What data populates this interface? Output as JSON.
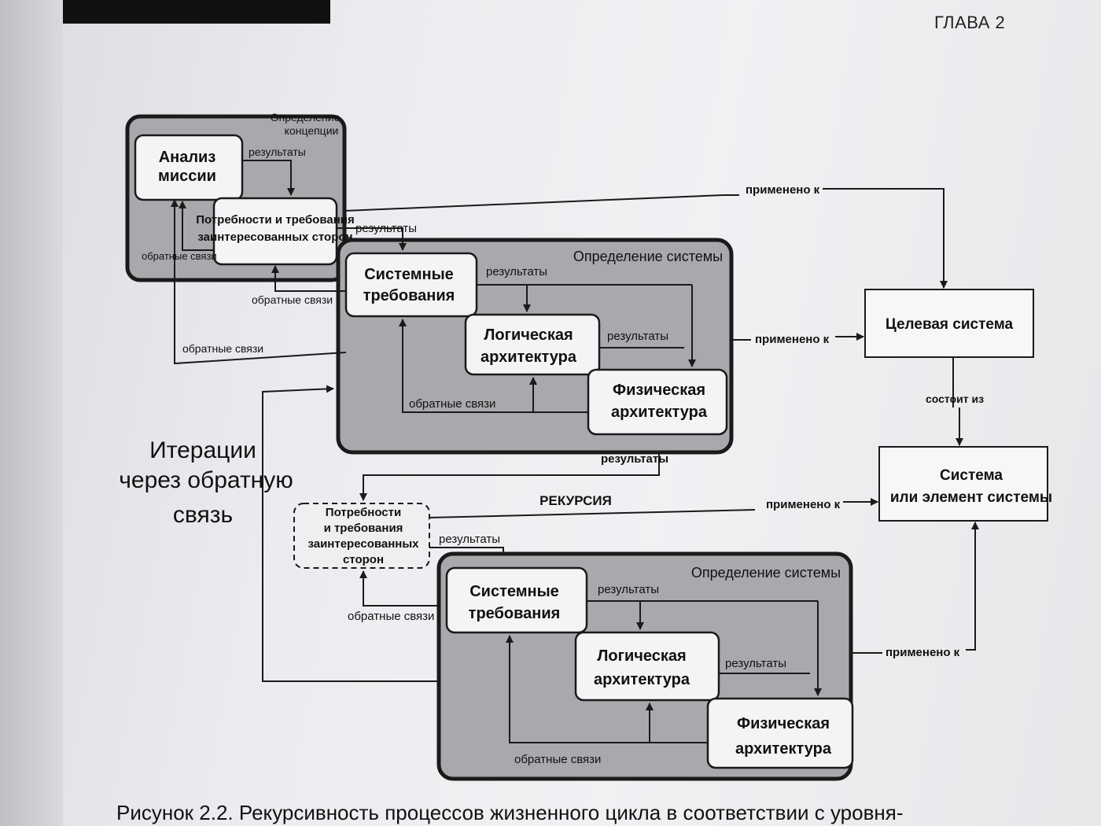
{
  "header": {
    "chapter": "ГЛАВА 2"
  },
  "caption": "Рисунок 2.2. Рекурсивность процессов жизненного цикла в соответствии с уровня-",
  "diagram": {
    "concept_group": {
      "title_line1": "Определение",
      "title_line2": "концепции",
      "mission_line1": "Анализ",
      "mission_line2": "миссии",
      "stakeholder_line1": "Потребности и требования",
      "stakeholder_line2": "заинтересованных сторон",
      "results_label": "результаты",
      "feedback_label": "обратные связи"
    },
    "system_def_1": {
      "title": "Определение системы",
      "sysreq_line1": "Системные",
      "sysreq_line2": "требования",
      "logical_line1": "Логическая",
      "logical_line2": "архитектура",
      "physical_line1": "Физическая",
      "physical_line2": "архитектура",
      "results_1": "результаты",
      "results_2": "результаты",
      "feedback_inner": "обратные связи"
    },
    "system_def_2": {
      "title": "Определение системы",
      "sysreq_line1": "Системные",
      "sysreq_line2": "требования",
      "logical_line1": "Логическая",
      "logical_line2": "архитектура",
      "physical_line1": "Физическая",
      "physical_line2": "архитектура",
      "results_1": "результаты",
      "results_2": "результаты",
      "feedback_inner": "обратные связи"
    },
    "stakeholder_dashed": {
      "line1": "Потребности",
      "line2": "и требования",
      "line3": "заинтересованных",
      "line4": "сторон"
    },
    "target_system": "Целевая система",
    "system_element_line1": "Система",
    "system_element_line2": "или элемент системы",
    "iterations_line1": "Итерации",
    "iterations_line2": "через обратную",
    "iterations_line3": "связь",
    "labels": {
      "results_to_sysdef1": "результаты",
      "feedback_to_stakeholder": "обратные связи",
      "feedback_to_mission": "обратные связи",
      "results_from_sysdef1": "результаты",
      "results_to_sysdef2": "результаты",
      "feedback_to_dashed": "обратные связи",
      "recursion": "РЕКУРСИЯ",
      "applied_top": "применено к",
      "applied_sysdef1": "применено к",
      "applied_dashed": "применено к",
      "applied_sysdef2": "применено к",
      "consists_of": "состоит из"
    }
  }
}
